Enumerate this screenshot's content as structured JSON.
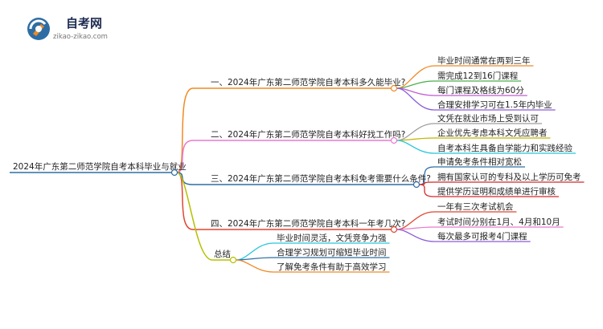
{
  "logo": {
    "title": "自考网",
    "url": "zikao-zikao.com"
  },
  "mindmap": {
    "root": "2024年广东第二师范学院自考本科毕业与就业",
    "branches": [
      {
        "label": "一、2024年广东第二师范学院自考本科多久能毕业?",
        "color": "#f08a24",
        "children": [
          {
            "label": "毕业时间通常在两到三年",
            "color": "#f08a24"
          },
          {
            "label": "需完成12到16门课程",
            "color": "#4caf50"
          },
          {
            "label": "每门课程及格线为60分",
            "color": "#c05bd4"
          },
          {
            "label": "合理安排学习可在1.5年内毕业",
            "color": "#8a5cd6"
          }
        ]
      },
      {
        "label": "二、2024年广东第二师范学院自考本科好找工作吗?",
        "color": "#e77ad0",
        "children": [
          {
            "label": "文凭在就业市场上受到认可",
            "color": "#9e9e9e"
          },
          {
            "label": "企业优先考虑本科文凭应聘者",
            "color": "#c2b400"
          },
          {
            "label": "自考本科生具备自学能力和实践经验",
            "color": "#26c6da"
          }
        ]
      },
      {
        "label": "三、2024年广东第二师范学院自考本科免考需要什么条件?",
        "color": "#2e6da4",
        "children": [
          {
            "label": "申请免考条件相对宽松",
            "color": "#2e6da4"
          },
          {
            "label": "拥有国家认可的专科及以上学历可免考",
            "color": "#d62728"
          },
          {
            "label": "提供学历证明和成绩单进行审核",
            "color": "#d62728"
          }
        ]
      },
      {
        "label": "四、2024年广东第二师范学院自考本科一年考几次?",
        "color": "#e0462f",
        "children": [
          {
            "label": "一年有三次考试机会",
            "color": "#e0462f"
          },
          {
            "label": "考试时间分别在1月、4月和10月",
            "color": "#e77ad0"
          },
          {
            "label": "每次最多可报考4门课程",
            "color": "#8a5cd6"
          }
        ]
      },
      {
        "label": "总结",
        "color": "#b5c000",
        "children": [
          {
            "label": "毕业时间灵活，文凭竞争力强",
            "color": "#26c6da"
          },
          {
            "label": "合理学习规划可缩短毕业时间",
            "color": "#2e6da4"
          },
          {
            "label": "了解免考条件有助于高效学习",
            "color": "#f08a24"
          }
        ]
      }
    ]
  }
}
